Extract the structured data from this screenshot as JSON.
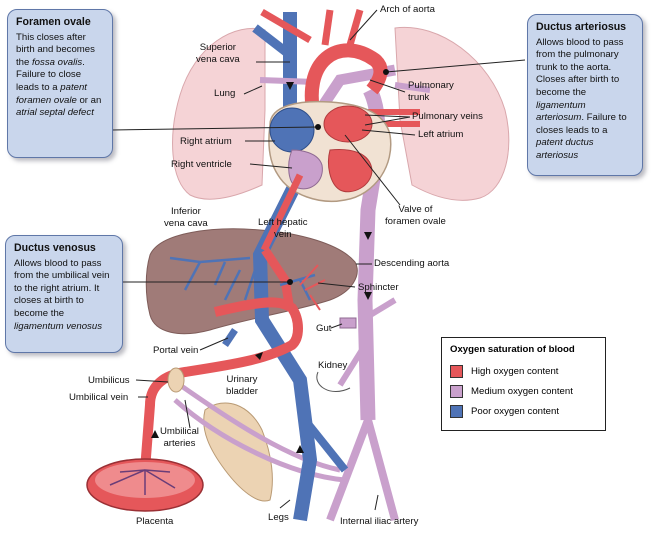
{
  "boxes": {
    "foramen_ovale": {
      "title": "Foramen ovale",
      "body": "This closes after birth and becomes the ",
      "em1": "fossa ovalis",
      "body2": ". Failure to close leads to a ",
      "em2": "patent foramen ovale",
      "body3": " or an ",
      "em3": "atrial septal defect"
    },
    "ductus_arteriosus": {
      "title": "Ductus arteriosus",
      "body": "Allows blood to pass from the pulmonary trunk to the aorta. Closes after birth to become the ",
      "em1": "ligamentum arteriosum",
      "body2": ". Failure to closes leads to a ",
      "em2": "patent ductus arteriosus"
    },
    "ductus_venosus": {
      "title": "Ductus venosus",
      "body": "Allows blood to pass from the umbilical vein to the right atrium. It closes at birth to become the ",
      "em1": "ligamentum venosus"
    }
  },
  "labels": {
    "arch_of_aorta": "Arch of aorta",
    "superior_vena_cava": "Superior\nvena cava",
    "lung": "Lung",
    "pulmonary_trunk": "Pulmonary\ntrunk",
    "pulmonary_veins": "Pulmonary veins",
    "left_atrium": "Left atrium",
    "right_atrium": "Right atrium",
    "right_ventricle": "Right ventricle",
    "inferior_vena_cava": "Inferior\nvena cava",
    "left_hepatic_vein": "Left hepatic\nvein",
    "valve_of_foramen_ovale": "Valve of\nforamen ovale",
    "descending_aorta": "Descending aorta",
    "sphincter": "Sphincter",
    "gut": "Gut",
    "portal_vein": "Portal vein",
    "kidney": "Kidney",
    "umbilicus": "Umbilicus",
    "umbilical_vein": "Umbilical vein",
    "urinary_bladder": "Urinary\nbladder",
    "umbilical_arteries": "Umbilical\narteries",
    "placenta": "Placenta",
    "legs": "Legs",
    "internal_iliac_artery": "Internal iliac artery"
  },
  "legend": {
    "title": "Oxygen saturation of blood",
    "items": [
      {
        "label": "High oxygen content",
        "color": "#e5575a"
      },
      {
        "label": "Medium oxygen content",
        "color": "#c9a0cc"
      },
      {
        "label": "Poor oxygen content",
        "color": "#4f73b6"
      }
    ]
  },
  "colors": {
    "high": "#e5575a",
    "medium": "#c9a0cc",
    "poor": "#4f73b6",
    "lung": "#f5d3d6",
    "liver": "#a07b78",
    "bladder": "#ecd3b3"
  }
}
